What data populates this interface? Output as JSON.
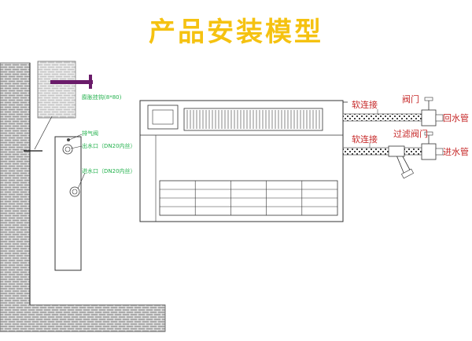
{
  "title": "产品安装模型",
  "colors": {
    "title": "#f5c211",
    "brick": "#c8c8c8",
    "red_label": "#c62828",
    "green_label": "#22b14c",
    "bolt": "#6a1b6a"
  },
  "labels": {
    "bracket_note_a": "膨胀挂钩(",
    "bracket_note_b": "8*80",
    "bracket_note_c": ")",
    "vent_valve": "排气阀",
    "outlet_a": "出水口（",
    "outlet_b": "DN20",
    "outlet_c": "内丝）",
    "inlet_a": "进水口（",
    "inlet_b": "DN20",
    "inlet_c": "内丝）",
    "soft_connect_top": "软连接",
    "valve": "阀门",
    "return_pipe": "回水管",
    "soft_connect_bottom": "软连接",
    "filter_valve": "过滤阀门",
    "supply_pipe": "进水管"
  }
}
